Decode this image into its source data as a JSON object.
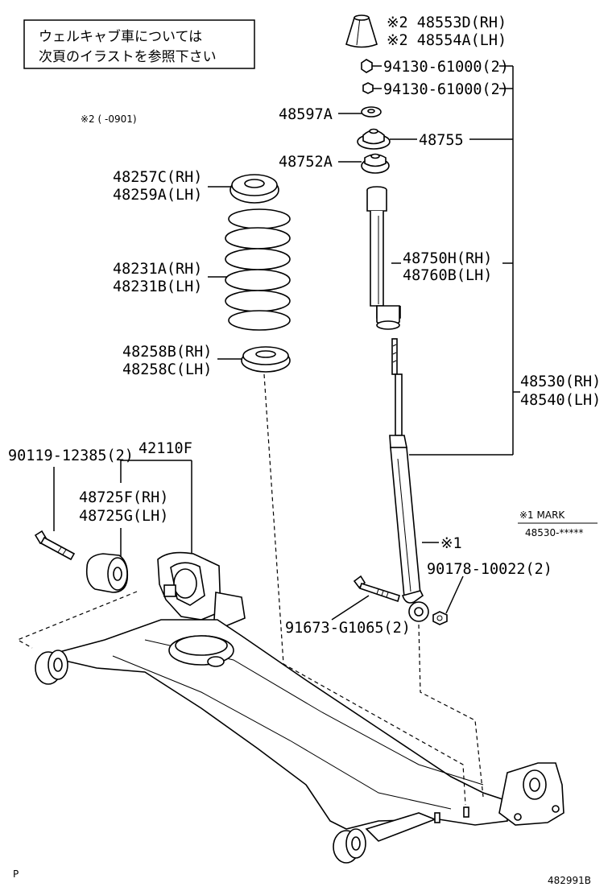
{
  "note_box": {
    "line1": "ウェルキャブ車については",
    "line2": "次頁のイラストを参照下さい"
  },
  "footnote_2": "※2 (      -0901)",
  "mark_legend": {
    "title": "※1 MARK",
    "value": "48530-*****"
  },
  "parts": {
    "p48553D": "※2 48553D(RH)",
    "p48554A": "※2 48554A(LH)",
    "p94130_a": "94130-61000(2)",
    "p94130_b": "94130-61000(2)",
    "p48597A": "48597A",
    "p48755": "48755",
    "p48752A": "48752A",
    "p48257C": "48257C(RH)",
    "p48259A": "48259A(LH)",
    "p48231A": "48231A(RH)",
    "p48231B": "48231B(LH)",
    "p48750H": "48750H(RH)",
    "p48760B": "48760B(LH)",
    "p48258B": "48258B(RH)",
    "p48258C": "48258C(LH)",
    "p48530": "48530(RH)",
    "p48540": "48540(LH)",
    "p90119": "90119-12385(2)",
    "p42110F": "42110F",
    "p48725F": "48725F(RH)",
    "p48725G": "48725G(LH)",
    "mark1": "※1",
    "p90178": "90178-10022(2)",
    "p91673": "91673-G1065(2)"
  },
  "corner_left": "P",
  "corner_right": "482991B"
}
